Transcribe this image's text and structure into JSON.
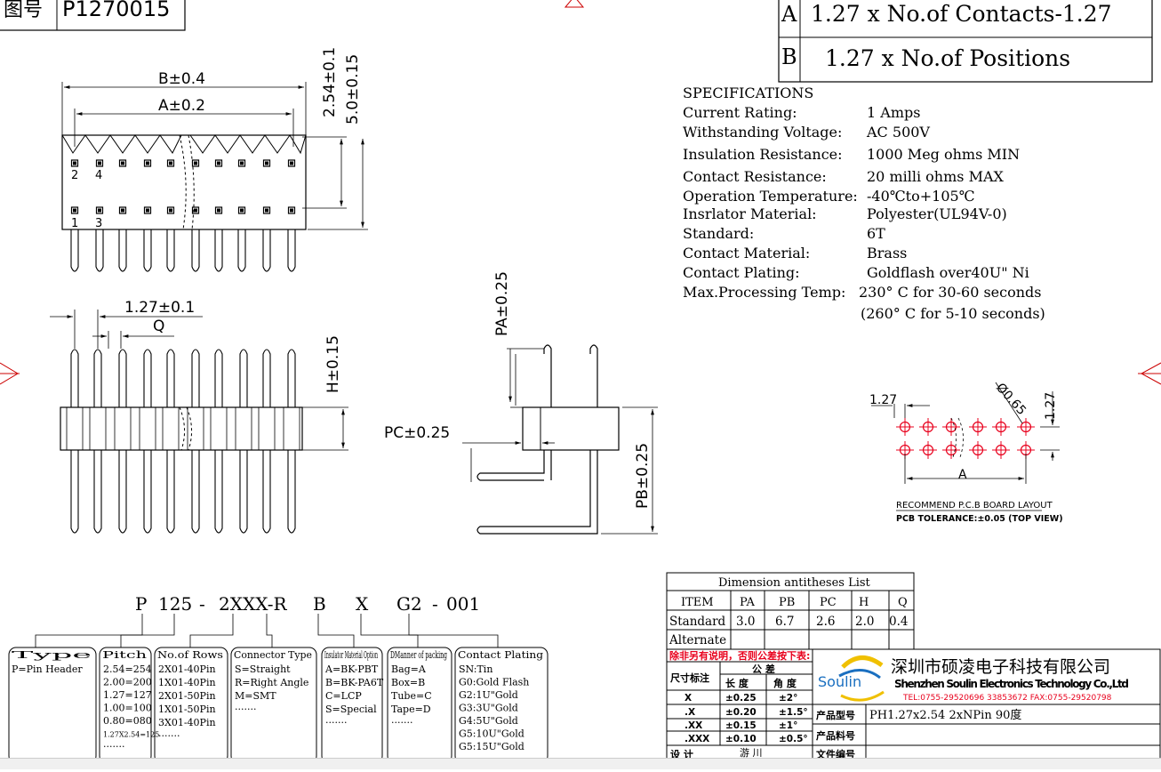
{
  "title_block": {
    "label": "图号",
    "part_no": "P1270015"
  },
  "formula": {
    "a_key": "A",
    "a_text": "1.27 x No.of Contacts-1.27",
    "b_key": "B",
    "b_text": "1.27 x No.of Positions"
  },
  "specs": {
    "heading": "SPECIFICATIONS",
    "rows": [
      {
        "label": "Current Rating:",
        "value": "1 Amps"
      },
      {
        "label": "Withstanding Voltage:",
        "value": "AC  500V"
      },
      {
        "label": "Insulation Resistance:",
        "value": "1000 Meg ohms MIN"
      },
      {
        "label": "Contact Resistance:",
        "value": "20 milli ohms MAX"
      },
      {
        "label": "Operation Temperature:",
        "value": "-40℃to+105℃"
      },
      {
        "label": "Insrlator Material:",
        "value": "Polyester(UL94V-0)"
      },
      {
        "label": "Standard:",
        "value": "6T"
      },
      {
        "label": "Contact Material:",
        "value": "Brass"
      },
      {
        "label": "Contact Plating:",
        "value": "Goldflash over40U\" Ni"
      },
      {
        "label": "Max.Processing Temp:",
        "value": "230° C for 30-60 seconds"
      },
      {
        "label": "",
        "value": "(260° C for  5-10 seconds)"
      }
    ]
  },
  "top_view": {
    "dim_b": "B±0.4",
    "dim_a": "A±0.2",
    "dim_v1": "2.54±0.1",
    "dim_v2": "5.0±0.15",
    "pin_2": "2",
    "pin_4": "4",
    "pin_1": "1",
    "pin_3": "3"
  },
  "front_view": {
    "pitch": "1.27±0.1",
    "q": "Q",
    "h": "H±0.15"
  },
  "side_view": {
    "pa": "PA±0.25",
    "pc": "PC±0.25",
    "pb": "PB±0.25"
  },
  "pcb": {
    "pitch_h": "1.27",
    "hole": "Ø0.65",
    "pitch_v": "1.27",
    "dim_a": "A",
    "caption1": "RECOMMEND P.C.B BOARD LAYOUT",
    "caption2": "PCB TOLERANCE:±0.05 (TOP VIEW)"
  },
  "part_number": {
    "segments": [
      "P",
      "125",
      "-",
      "2XXX-R",
      "B",
      "X",
      "G2",
      "-",
      "001"
    ],
    "boxes": [
      {
        "title": "Type",
        "lines": [
          "P=Pin Header"
        ]
      },
      {
        "title": "Pitch",
        "lines": [
          "2.54=254",
          "2.00=200",
          "1.27=127",
          "1.00=100",
          "0.80=080",
          "1.27X2.54=125",
          "·······"
        ]
      },
      {
        "title": "No.of Rows",
        "lines": [
          "2X01-40Pin",
          "1X01-40Pin",
          "2X01-50Pin",
          "1X01-50Pin",
          "3X01-40Pin",
          "·······"
        ]
      },
      {
        "title": "Connector Type",
        "lines": [
          "S=Straight",
          "R=Right Angle",
          "M=SMT",
          "·······"
        ]
      },
      {
        "title": "Insulator Material Option",
        "lines": [
          "A=BK-PBT",
          "B=BK-PA6T",
          "C=LCP",
          "S=Special",
          "·······"
        ]
      },
      {
        "title": "DManner of packing",
        "lines": [
          "Bag=A",
          "Box=B",
          "Tube=C",
          "Tape=D",
          "·······"
        ]
      },
      {
        "title": "Contact Plating",
        "lines": [
          "SN:Tin",
          "G0:Gold Flash",
          "G2:1U\"Gold",
          "G3:3U\"Gold",
          "G4:5U\"Gold",
          "G5:10U\"Gold",
          "G5:15U\"Gold"
        ]
      }
    ]
  },
  "dimension_table": {
    "title": "Dimension antitheses List",
    "headers": [
      "ITEM",
      "PA",
      "PB",
      "PC",
      "H",
      "Q"
    ],
    "rows": [
      [
        "Standard",
        "3.0",
        "6.7",
        "2.6",
        "2.0",
        "0.4"
      ],
      [
        "Alternate",
        "",
        "",
        "",
        "",
        ""
      ]
    ]
  },
  "tolerance": {
    "warning": "除非另有说明，否则公差按下表:",
    "label_dim": "尺寸标注",
    "label_tol": "公 差",
    "col_len": "长 度",
    "col_ang": "角 度",
    "rows": [
      [
        "X",
        "±0.25",
        "±2°"
      ],
      [
        ".X",
        "±0.20",
        "±1.5°"
      ],
      [
        ".XX",
        "±0.15",
        "±1°"
      ],
      [
        ".XXX",
        "±0.10",
        "±0.5°"
      ]
    ],
    "designer_label": "设 计",
    "designer": "游 川"
  },
  "company": {
    "logo_text": "Soulin",
    "name_cn": "深圳市硕凌电子科技有限公司",
    "name_en": "Shenzhen Soulin Electronics Technology Co.,Ltd",
    "contact": "TEL:0755-29520696 33853672   FAX:0755-29520798",
    "product_label": "产品型号",
    "product": "PH1.27x2.54  2xNPin 90度",
    "material_label": "产品料号",
    "doc_label": "文件编号"
  },
  "colors": {
    "pcb_hole": "#e8001c",
    "warn": "#e8001c",
    "logo_blue": "#1a6fc0",
    "logo_yellow": "#f0c000"
  }
}
